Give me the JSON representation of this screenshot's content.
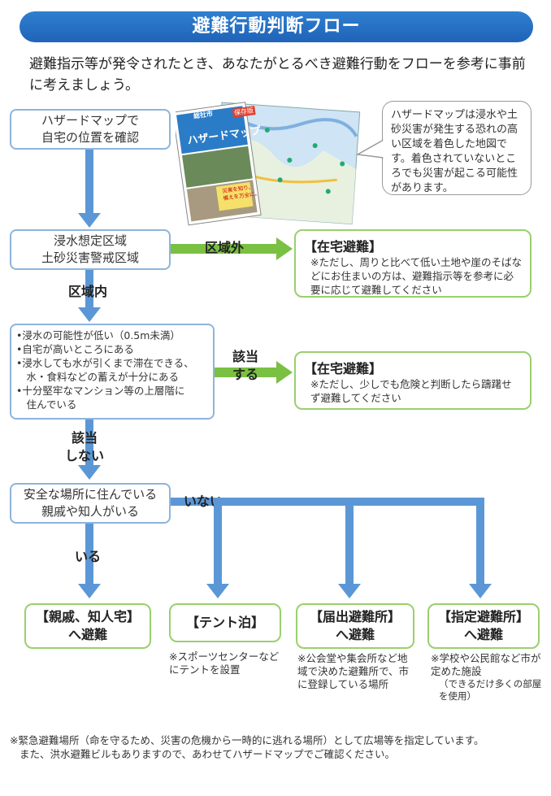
{
  "title": "避難行動判断フロー",
  "intro": "避難指示等が発令されたとき、あなたがとるべき避難行動をフローを参考に事前に考えましょう。",
  "step1": {
    "line1": "ハザードマップで",
    "line2": "自宅の位置を確認"
  },
  "map_cover": {
    "badge": "保存版",
    "city": "総社市",
    "heading": "ハザードマップ",
    "tagline1": "災害を知り、",
    "tagline2": "備えを万全に。"
  },
  "callout": "ハザードマップは浸水や土砂災害が発生する恐れの高い区域を着色した地図です。着色されていないところでも災害が起こる可能性があります。",
  "step2": {
    "line1": "浸水想定区域",
    "line2": "土砂災害警戒区域"
  },
  "label_outside": "区域外",
  "label_inside": "区域内",
  "result1": {
    "title": "【在宅避難】",
    "note": "※ただし、周りと比べて低い土地や崖のそばなどにお住まいの方は、避難指示等を参考に必要に応じて避難してください"
  },
  "conditions": [
    "•浸水の可能性が低い（0.5m未満）",
    "•自宅が高いところにある",
    "•浸水しても水が引くまで滞在できる、",
    "　水・食料などの蓄えが十分にある",
    "•十分堅牢なマンション等の上層階に",
    "　住んでいる"
  ],
  "label_applies": {
    "line1": "該当",
    "line2": "する"
  },
  "result2": {
    "title": "【在宅避難】",
    "note": "※ただし、少しでも危険と判断したら躊躇せず避難してください"
  },
  "label_not_applies": {
    "line1": "該当",
    "line2": "しない"
  },
  "step4": {
    "line1": "安全な場所に住んでいる",
    "line2": "親戚や知人がいる"
  },
  "label_no": "いない",
  "label_yes": "いる",
  "dest1": {
    "line1": "【親戚、知人宅】",
    "line2": "へ避難"
  },
  "dest2": {
    "line1": "【テント泊】",
    "note": "※スポーツセンターなどにテントを設置"
  },
  "dest3": {
    "line1": "【届出避難所】",
    "line2": "へ避難",
    "note": "※公会堂や集会所など地域で決めた避難所で、市に登録している場所"
  },
  "dest4": {
    "line1": "【指定避難所】",
    "line2": "へ避難",
    "note": "※学校や公民館など市が定めた施設",
    "subnote": "（できるだけ多くの部屋を使用）"
  },
  "footnote": {
    "line1": "※緊急避難場所（命を守るため、災害の危機から一時的に逃れる場所）として広場等を指定しています。",
    "line2": "また、洪水避難ビルもありますので、あわせてハザードマップでご確認ください。"
  },
  "colors": {
    "title_bar": "#1f63b8",
    "arrow_blue": "#5b97d6",
    "arrow_green": "#7ac043",
    "box_border_blue": "#8fb4dc",
    "box_border_green": "#9bcf6e"
  }
}
